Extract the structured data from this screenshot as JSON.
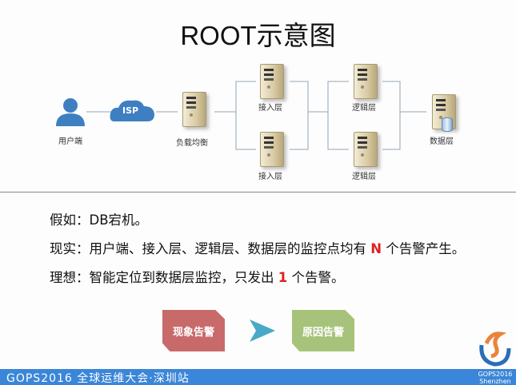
{
  "title": "ROOT示意图",
  "diagram": {
    "user": "用户端",
    "isp": "ISP",
    "load_balancer": "负载均衡",
    "access_top": "接入层",
    "access_bottom": "接入层",
    "logic_top": "逻辑层",
    "logic_bottom": "逻辑层",
    "data": "数据层"
  },
  "text": {
    "line1": "假如：DB宕机。",
    "line2_a": "现实：用户端、接入层、逻辑层、数据层的监控点均有 ",
    "line2_n": "N",
    "line2_b": " 个告警产生。",
    "line3_a": "理想：智能定位到数据层监控，只发出 ",
    "line3_n": "1",
    "line3_b": " 个告警。"
  },
  "flow": {
    "from": "现象告警",
    "to": "原因告警",
    "from_color": "#c96a6a",
    "to_color": "#a7c27a",
    "arrow_color": "#4aa8c8"
  },
  "footer": {
    "text": "GOPS2016 全球运维大会·深圳站",
    "logo": "GOPS2016 Shenzhen"
  }
}
